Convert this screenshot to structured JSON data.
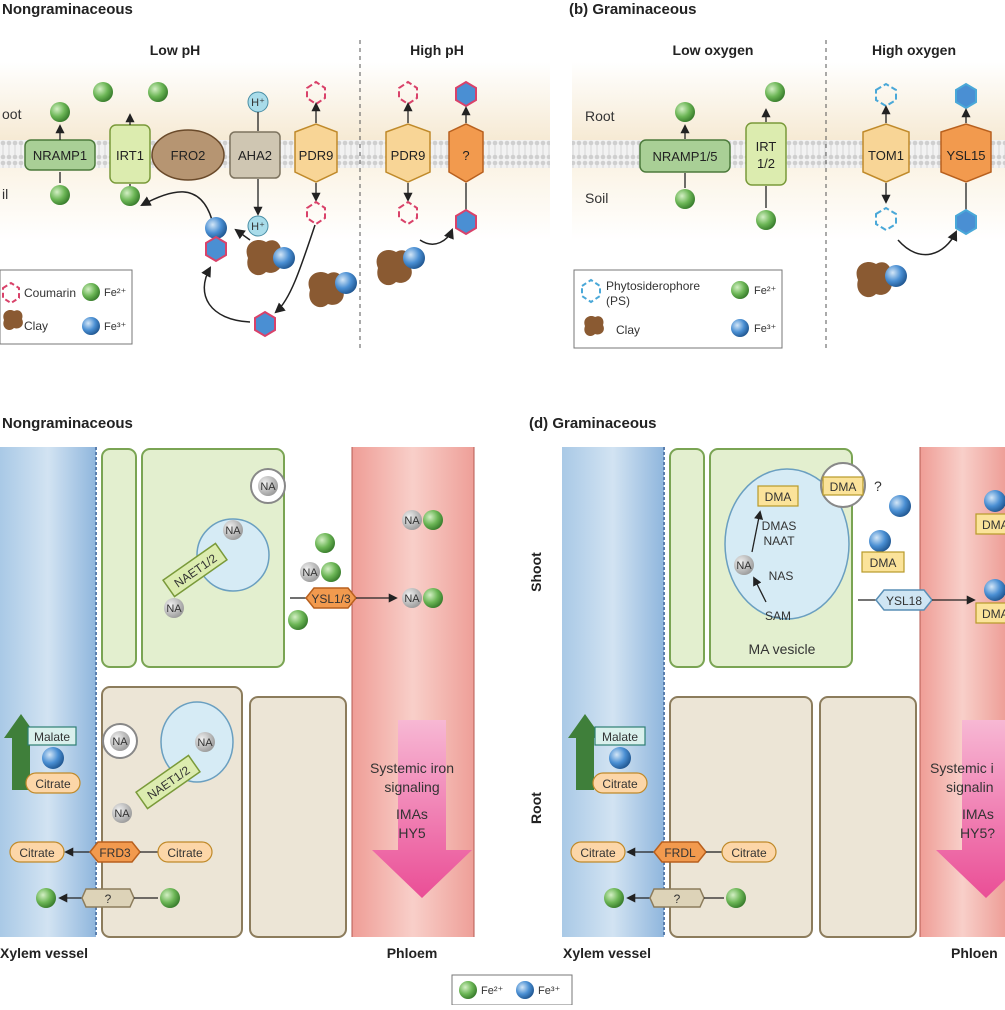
{
  "panel_a": {
    "title": "Nongraminaceous",
    "low_label": "Low pH",
    "high_label": "High pH",
    "root_label": "oot",
    "soil_label": "il",
    "proteins": [
      "NRAMP1",
      "IRT1",
      "FRO2",
      "AHA2",
      "PDR9",
      "PDR9",
      "?"
    ],
    "h_plus": "H⁺",
    "legend": {
      "coumarin": "Coumarin",
      "clay": "Clay",
      "fe2": "Fe²⁺",
      "fe3": "Fe³⁺"
    }
  },
  "panel_b": {
    "title": "(b)  Graminaceous",
    "low_label": "Low oxygen",
    "high_label": "High oxygen",
    "root_label": "Root",
    "soil_label": "Soil",
    "proteins": [
      "NRAMP1/5",
      "IRT",
      "1/2",
      "TOM1",
      "YSL15"
    ],
    "legend": {
      "ps": "Phytosiderophore",
      "ps2": "(PS)",
      "clay": "Clay",
      "fe2": "Fe²⁺",
      "fe3": "Fe³⁺"
    }
  },
  "panel_c": {
    "title": "Nongraminaceous",
    "na": "NA",
    "naet": "NAET1/2",
    "ysl": "YSL1/3",
    "malate": "Malate",
    "citrate": "Citrate",
    "frd3": "FRD3",
    "unknown": "?",
    "signal_lines": [
      "Systemic iron",
      "signaling",
      "IMAs",
      "HY5"
    ],
    "xylem": "Xylem vessel",
    "phloem": "Phloem"
  },
  "panel_d": {
    "title": "(d)  Graminaceous",
    "shoot": "Shoot",
    "root": "Root",
    "dma": "DMA",
    "dma_q": "?",
    "dmas": "DMAS",
    "naat": "NAAT",
    "na": "NA",
    "nas": "NAS",
    "sam": "SAM",
    "vesicle": "MA vesicle",
    "ysl": "YSL18",
    "malate": "Malate",
    "citrate": "Citrate",
    "frdl": "FRDL",
    "unknown": "?",
    "signal_lines": [
      "Systemic i",
      "signalin",
      "IMAs",
      "HY5?"
    ],
    "xylem": "Xylem vessel",
    "phloem": "Phloen"
  },
  "bottom_legend": {
    "fe2": "Fe²⁺",
    "fe3": "Fe³⁺"
  },
  "colors": {
    "fe2": "#5fb04a",
    "fe3": "#3f86cc",
    "membrane": "#d8d8d8",
    "shoot_cell": "#e3efcf",
    "root_cell": "#ece5d6",
    "xylem": "#9cc0e0",
    "phloem": "#f1b4ad",
    "arrow_pink": "#ee6fa6",
    "arrow_green": "#3f7f3a"
  }
}
